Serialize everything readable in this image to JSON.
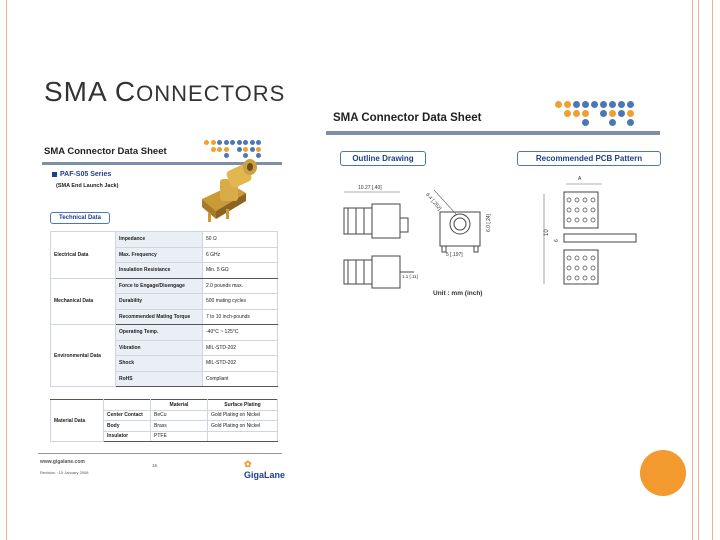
{
  "slide": {
    "title_first": "SMA C",
    "title_rest": "ONNECTORS"
  },
  "left_sheet": {
    "title": "SMA Connector Data Sheet",
    "series": "PAF-S05 Series",
    "subtitle": "(SMA End Launch Jack)",
    "tech_data_label": "Technical Data",
    "spec_groups": [
      {
        "category": "Electrical Data",
        "rows": [
          {
            "param": "Impedance",
            "value": "50 Ω"
          },
          {
            "param": "Max. Frequency",
            "value": "6 GHz"
          },
          {
            "param": "Insulation Resistance",
            "value": "Min. 5 GΩ"
          }
        ]
      },
      {
        "category": "Mechanical Data",
        "rows": [
          {
            "param": "Force to Engage/Disengage",
            "value": "2.0 pounds max."
          },
          {
            "param": "Durability",
            "value": "500 mating cycles"
          },
          {
            "param": "Recommended Mating Torque",
            "value": "7 to 10 inch-pounds"
          }
        ]
      },
      {
        "category": "Environmental Data",
        "rows": [
          {
            "param": "Operating Temp.",
            "value": "-40°C ~ 125°C"
          },
          {
            "param": "Vibration",
            "value": "MIL-STD-202"
          },
          {
            "param": "Shock",
            "value": "MIL-STD-202"
          }
        ]
      },
      {
        "category": "",
        "rows": [
          {
            "param": "RoHS",
            "value": "Compliant"
          }
        ]
      }
    ],
    "material": {
      "category": "Material Data",
      "headers": [
        "Material",
        "Surface Plating"
      ],
      "rows": [
        {
          "part": "Center Contact",
          "material": "BeCu",
          "plating": "Gold Plating on Nickel"
        },
        {
          "part": "Body",
          "material": "Brass",
          "plating": "Gold Plating on Nickel"
        },
        {
          "part": "Insulator",
          "material": "PTFE",
          "plating": ""
        }
      ]
    },
    "footer_url": "www.gigalane.com",
    "footer_date": "Revision : 15 January 2008",
    "page_number": "16",
    "brand": "GigaLane"
  },
  "right_sheet": {
    "title": "SMA Connector Data Sheet",
    "outline_label": "Outline Drawing",
    "pcb_label": "Recommended PCB Pattern",
    "unit_note": "Unit : mm (inch)",
    "dims": {
      "len": "10.27 [.40]",
      "diag": "6.4 [.252]",
      "w": "5 [.197]",
      "h": "6.0 [.24]",
      "lead": "1.1 [.11]",
      "ten": "10",
      "six": "6",
      "a": "A"
    }
  },
  "colors": {
    "accent_orange": "#f29a2e",
    "dot_blue": "#4a78b6",
    "dot_orange": "#f0a030",
    "navy": "#1d3f8b",
    "border": "#e9b488"
  }
}
